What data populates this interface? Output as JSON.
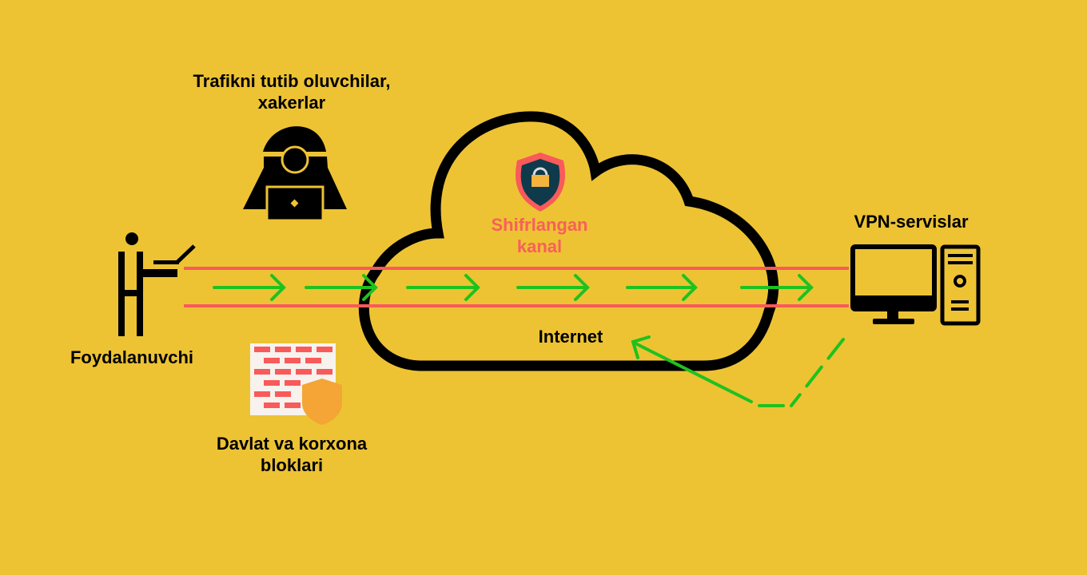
{
  "labels": {
    "hackers": "Trafikni tutib oluvchilar,\nxakerlar",
    "hackers_line1": "Trafikni tutib oluvchilar,",
    "hackers_line2": "xakerlar",
    "user": "Foydalanuvchi",
    "encrypted_line1": "Shifrlangan",
    "encrypted_line2": "kanal",
    "internet": "Internet",
    "vpn": "VPN-servislar",
    "blocks_line1": "Davlat va korxona",
    "blocks_line2": "bloklari"
  },
  "colors": {
    "background": "#EDC334",
    "tunnel": "#F95A5A",
    "arrow": "#1EC21E",
    "encrypted_text": "#F8605A"
  }
}
